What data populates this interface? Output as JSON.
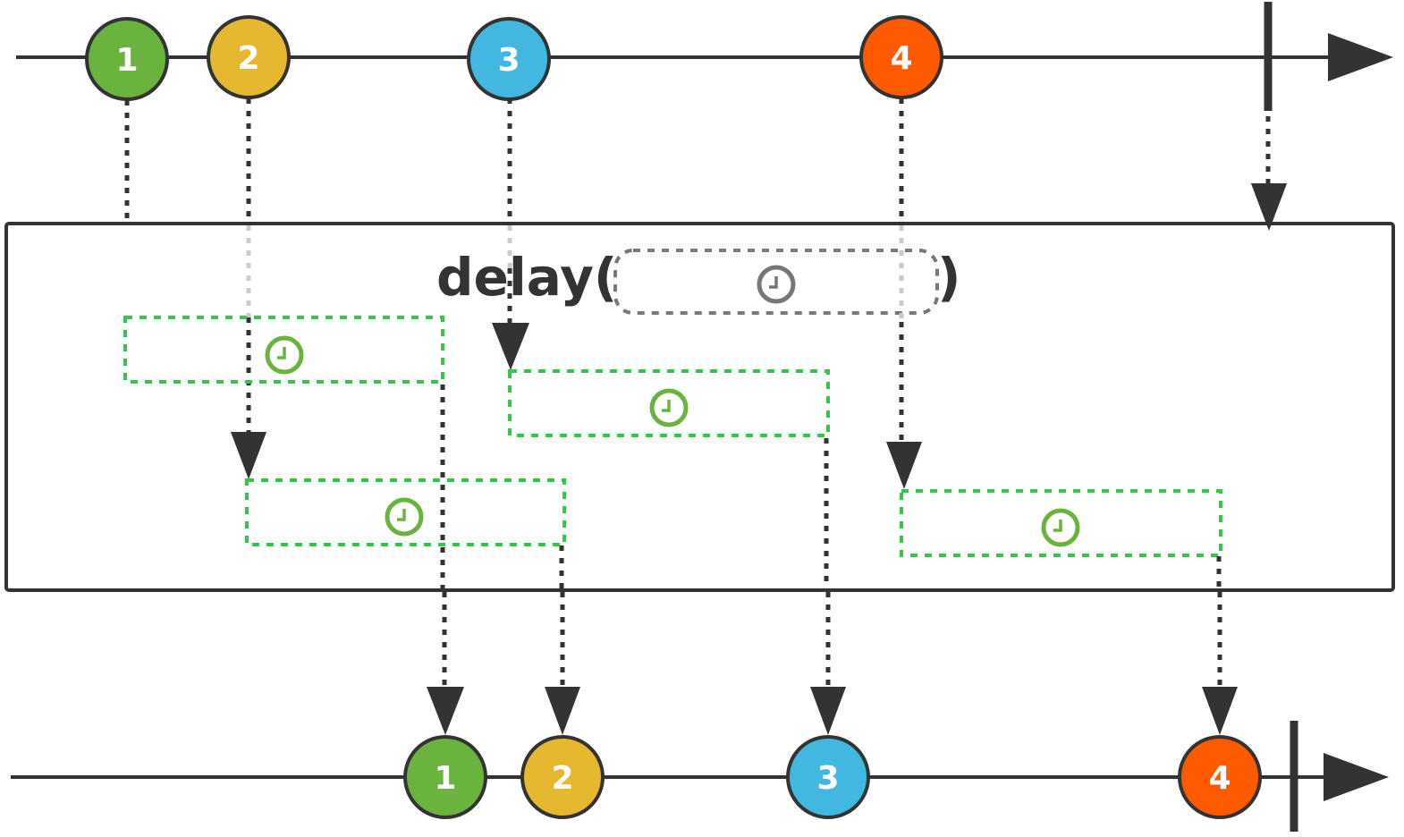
{
  "operator": {
    "name": "delay(",
    "close": ")",
    "param_icon": "clock-icon",
    "param_icon_color": "#777777"
  },
  "input": {
    "marbles": [
      {
        "label": "1",
        "color": "#6ab33f"
      },
      {
        "label": "2",
        "color": "#e5b82f"
      },
      {
        "label": "3",
        "color": "#42b7e0"
      },
      {
        "label": "4",
        "color": "#ff5a00"
      }
    ],
    "completes": true
  },
  "output": {
    "marbles": [
      {
        "label": "1",
        "color": "#6ab33f"
      },
      {
        "label": "2",
        "color": "#e5b82f"
      },
      {
        "label": "3",
        "color": "#42b7e0"
      },
      {
        "label": "4",
        "color": "#ff5a00"
      }
    ],
    "completes": true
  },
  "delay_windows": {
    "icon": "clock-icon",
    "color": "#6ab33f",
    "border_color": "#33c84a",
    "count": 4
  }
}
